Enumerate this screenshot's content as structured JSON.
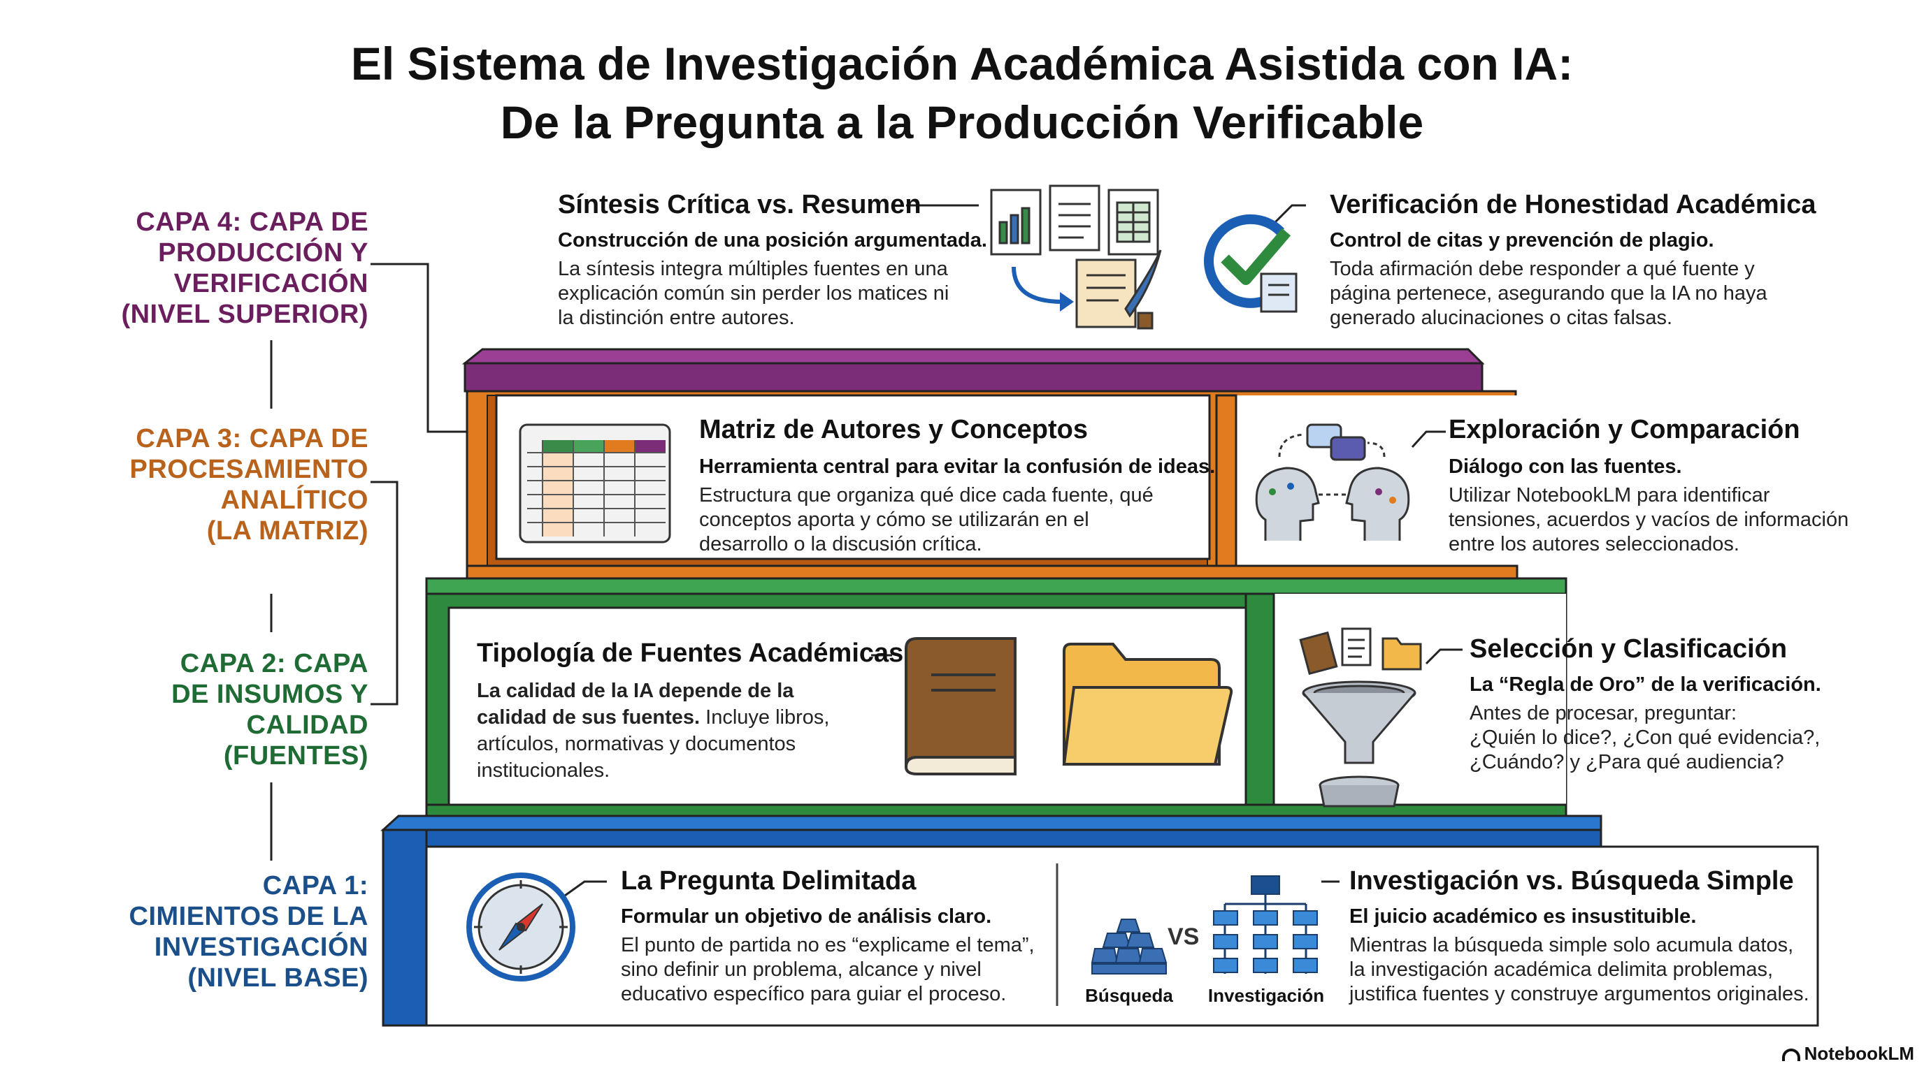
{
  "title": {
    "line1": "El Sistema de Investigación Académica Asistida con IA:",
    "line2": "De la Pregunta a la Producción Verificable"
  },
  "colors": {
    "purple": "#7B2D77",
    "orange": "#E07B1F",
    "green": "#2E8B3E",
    "blue": "#1A5FB4",
    "cap4": "#6B1E5E",
    "cap3": "#B8621B",
    "cap2": "#1E6B33",
    "cap1": "#1B4F8A"
  },
  "layers": [
    {
      "id": "capa4",
      "lines": [
        "CAPA 4: CAPA DE",
        "PRODUCCIÓN Y",
        "VERIFICACIÓN",
        "(NIVEL SUPERIOR)"
      ]
    },
    {
      "id": "capa3",
      "lines": [
        "CAPA 3: CAPA DE",
        "PROCESAMIENTO",
        "ANALÍTICO",
        "(LA MATRIZ)"
      ]
    },
    {
      "id": "capa2",
      "lines": [
        "CAPA 2: CAPA",
        "DE INSUMOS Y",
        "CALIDAD",
        "(FUENTES)"
      ]
    },
    {
      "id": "capa1",
      "lines": [
        "CAPA 1:",
        "CIMIENTOS DE LA",
        "INVESTIGACIÓN",
        "(NIVEL BASE)"
      ]
    }
  ],
  "sections": {
    "sintesis": {
      "heading": "Síntesis Crítica vs. Resumen",
      "sub": "Construcción de una posición argumentada.",
      "body": [
        "La síntesis integra múltiples fuentes en una",
        "explicación común sin perder los matices ni",
        "la distinción entre autores."
      ],
      "icon": "documents-quill-icon"
    },
    "verificacion": {
      "heading": "Verificación de Honestidad Académica",
      "sub": "Control de citas y prevención de plagio.",
      "body": [
        "Toda afirmación debe responder a qué fuente y",
        "página pertenece, asegurando que la IA no haya",
        "generado alucinaciones o citas falsas."
      ],
      "icon": "checkmark-circle-icon"
    },
    "matriz": {
      "heading": "Matriz de Autores y Conceptos",
      "sub": "Herramienta central para evitar la confusión de ideas.",
      "body": [
        "Estructura que organiza qué dice cada fuente, qué",
        "conceptos aporta y cómo se utilizarán en el",
        "desarrollo o la discusión crítica."
      ],
      "icon": "spreadsheet-icon"
    },
    "exploracion": {
      "heading": "Exploración y Comparación",
      "sub": "Diálogo con las fuentes.",
      "body": [
        "Utilizar NotebookLM para identificar",
        "tensiones, acuerdos y vacíos de información",
        "entre los autores seleccionados."
      ],
      "icon": "heads-dialogue-icon"
    },
    "tipologia": {
      "heading": "Tipología de Fuentes Académicas",
      "sub_lines": [
        "La calidad de la IA depende de la",
        "calidad de sus fuentes."
      ],
      "sub_tail": " Incluye libros,",
      "body": [
        "artículos, normativas y documentos",
        "institucionales."
      ],
      "icon": "book-folder-icon"
    },
    "seleccion": {
      "heading": "Selección y Clasificación",
      "sub": "La “Regla de Oro” de la verificación.",
      "body": [
        "Antes de procesar, preguntar:",
        "¿Quién lo dice?, ¿Con qué evidencia?,",
        "¿Cuándo? y ¿Para qué audiencia?"
      ],
      "icon": "funnel-icon"
    },
    "pregunta": {
      "heading": "La Pregunta Delimitada",
      "sub": "Formular un objetivo de análisis claro.",
      "body": [
        "El punto de partida no es “explicame el tema”,",
        "sino definir un problema, alcance y nivel",
        "educativo específico para guiar el proceso."
      ],
      "icon": "compass-icon"
    },
    "investigacion": {
      "heading": "Investigación vs. Búsqueda Simple",
      "sub": "El juicio académico es insustituible.",
      "body": [
        "Mientras la búsqueda simple solo acumula datos,",
        "la investigación académica delimita problemas,",
        "justifica fuentes y construye argumentos originales."
      ],
      "label_busqueda": "Búsqueda",
      "label_vs": "VS",
      "label_investigacion": "Investigación",
      "icon": "hierarchy-icon"
    }
  },
  "brand": "NotebookLM"
}
